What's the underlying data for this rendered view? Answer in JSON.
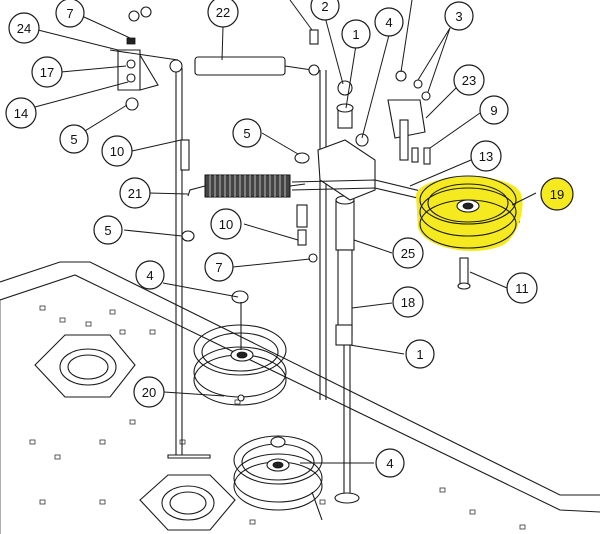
{
  "callouts": [
    {
      "id": "c7a",
      "label": "7"
    },
    {
      "id": "c22",
      "label": "22"
    },
    {
      "id": "c2",
      "label": "2"
    },
    {
      "id": "c24",
      "label": "24"
    },
    {
      "id": "c1a",
      "label": "1"
    },
    {
      "id": "c4a",
      "label": "4"
    },
    {
      "id": "c3",
      "label": "3"
    },
    {
      "id": "c17",
      "label": "17"
    },
    {
      "id": "c23",
      "label": "23"
    },
    {
      "id": "c14",
      "label": "14"
    },
    {
      "id": "c9",
      "label": "9"
    },
    {
      "id": "c5a",
      "label": "5"
    },
    {
      "id": "c5b",
      "label": "5"
    },
    {
      "id": "c10a",
      "label": "10"
    },
    {
      "id": "c13",
      "label": "13"
    },
    {
      "id": "c19",
      "label": "19"
    },
    {
      "id": "c21",
      "label": "21"
    },
    {
      "id": "c5c",
      "label": "5"
    },
    {
      "id": "c10b",
      "label": "10"
    },
    {
      "id": "c25",
      "label": "25"
    },
    {
      "id": "c11",
      "label": "11"
    },
    {
      "id": "c7b",
      "label": "7"
    },
    {
      "id": "c4b",
      "label": "4"
    },
    {
      "id": "c18",
      "label": "18"
    },
    {
      "id": "c1b",
      "label": "1"
    },
    {
      "id": "c20",
      "label": "20"
    },
    {
      "id": "c4c",
      "label": "4"
    }
  ],
  "colors": {
    "highlight": "#f5ea1f",
    "line": "#1a1a1a"
  }
}
